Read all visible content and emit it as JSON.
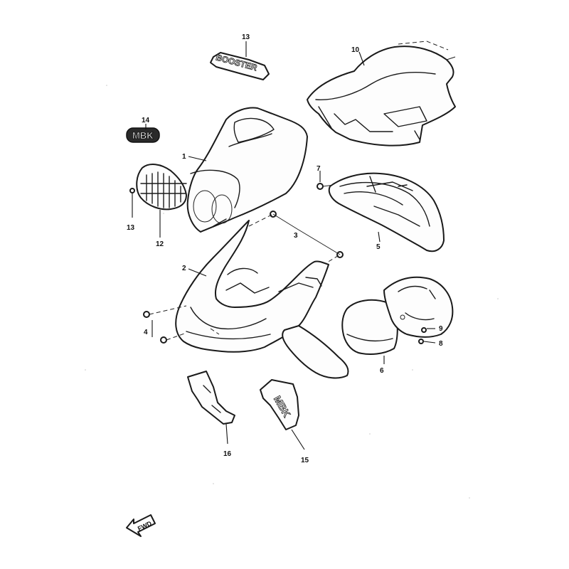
{
  "callouts": {
    "c1": "1",
    "c2": "2",
    "c3": "3",
    "c4": "4",
    "c5": "5",
    "c6": "6",
    "c7": "7",
    "c8": "8",
    "c9": "9",
    "c10": "10",
    "c12": "12",
    "c13_top": "13",
    "c13_left": "13",
    "c14": "14",
    "c15": "15",
    "c16": "16"
  },
  "emblems": {
    "mbk_badge": "MBK",
    "booster_decal": "BOOSTER",
    "mbk_decal": "MBK"
  },
  "fwd_arrow": "FWD"
}
